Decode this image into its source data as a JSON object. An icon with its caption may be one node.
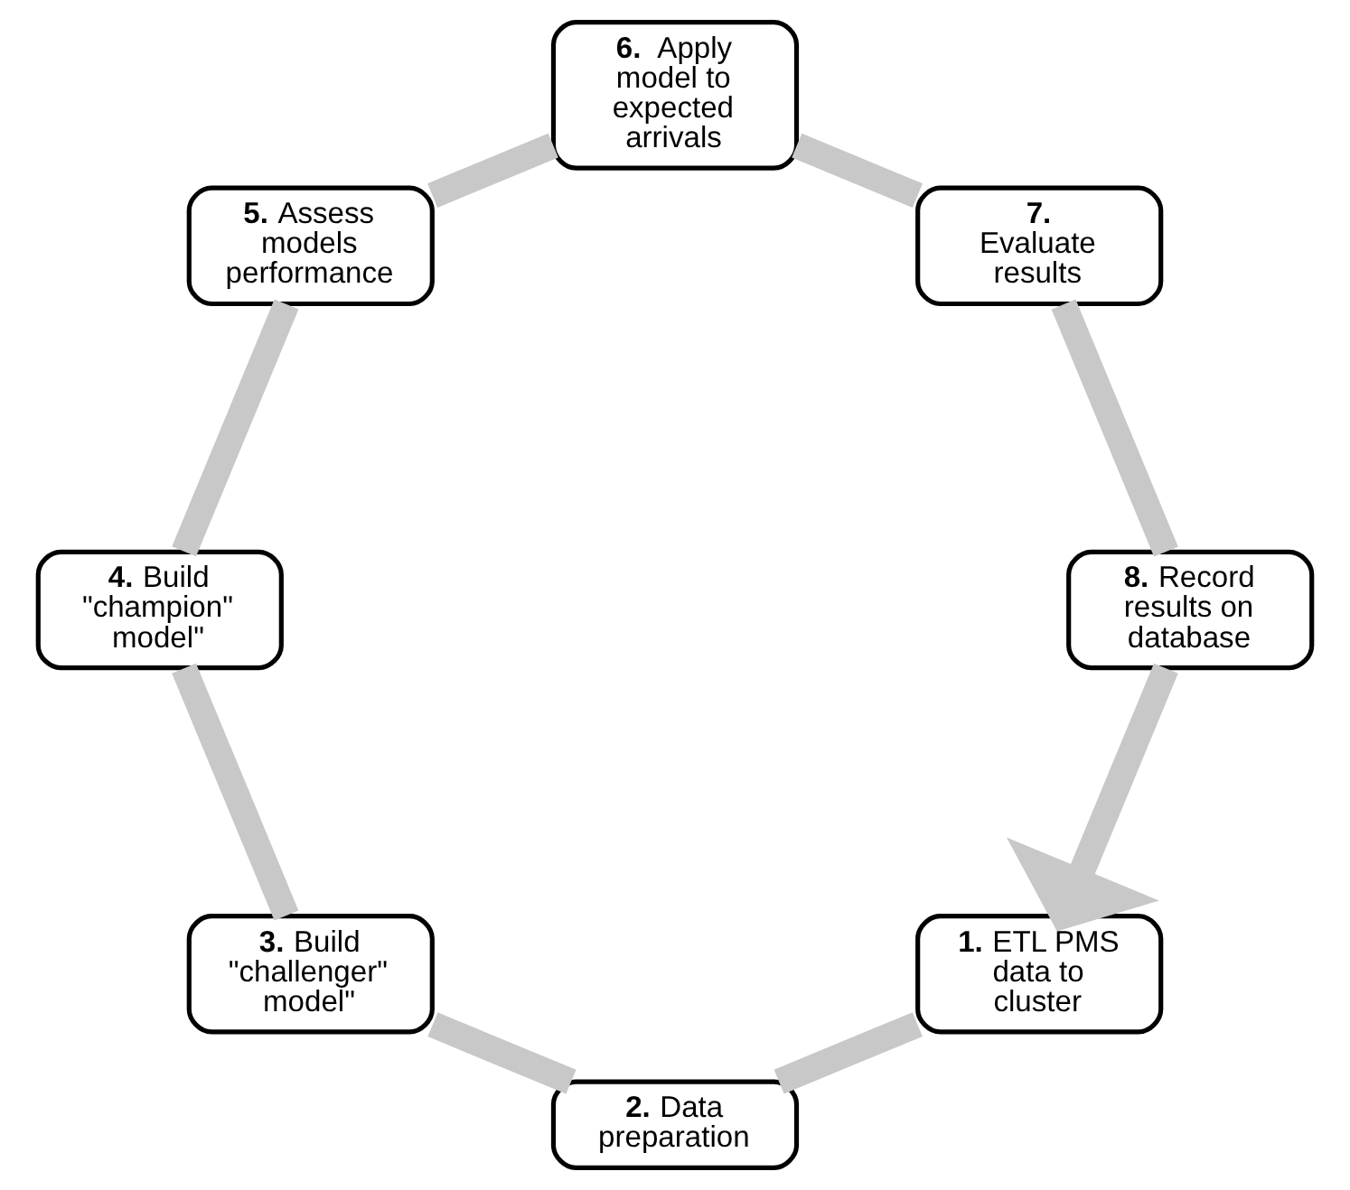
{
  "diagram": {
    "nodes": [
      {
        "text": [
          "**1.** ETL PMS data to cluster"
        ]
      },
      {
        "text": [
          "**2.** Data preparation"
        ]
      },
      {
        "text": [
          "**3.** Build \"challenger\" model\""
        ]
      },
      {
        "text": [
          "**4.** Build \"champion\" model\""
        ]
      },
      {
        "text": [
          "**5.** Assess models performance"
        ]
      },
      {
        "text": [
          "**6.**  Apply model to expected arrivals"
        ]
      },
      {
        "text": [
          "**7.** Evaluate results"
        ]
      },
      {
        "text": [
          "**8.** Record results on database"
        ]
      }
    ],
    "edges": [
      {
        "from": 0,
        "to": 1,
        "arrow": "none"
      },
      {
        "from": 1,
        "to": 2,
        "arrow": "none"
      },
      {
        "from": 2,
        "to": 3,
        "arrow": "none"
      },
      {
        "from": 3,
        "to": 4,
        "arrow": "none"
      },
      {
        "from": 4,
        "to": 5,
        "arrow": "none"
      },
      {
        "from": 5,
        "to": 6,
        "arrow": "none"
      },
      {
        "from": 6,
        "to": 7,
        "arrow": "none"
      },
      {
        "from": 7,
        "to": 0,
        "arrow": "to"
      }
    ]
  }
}
